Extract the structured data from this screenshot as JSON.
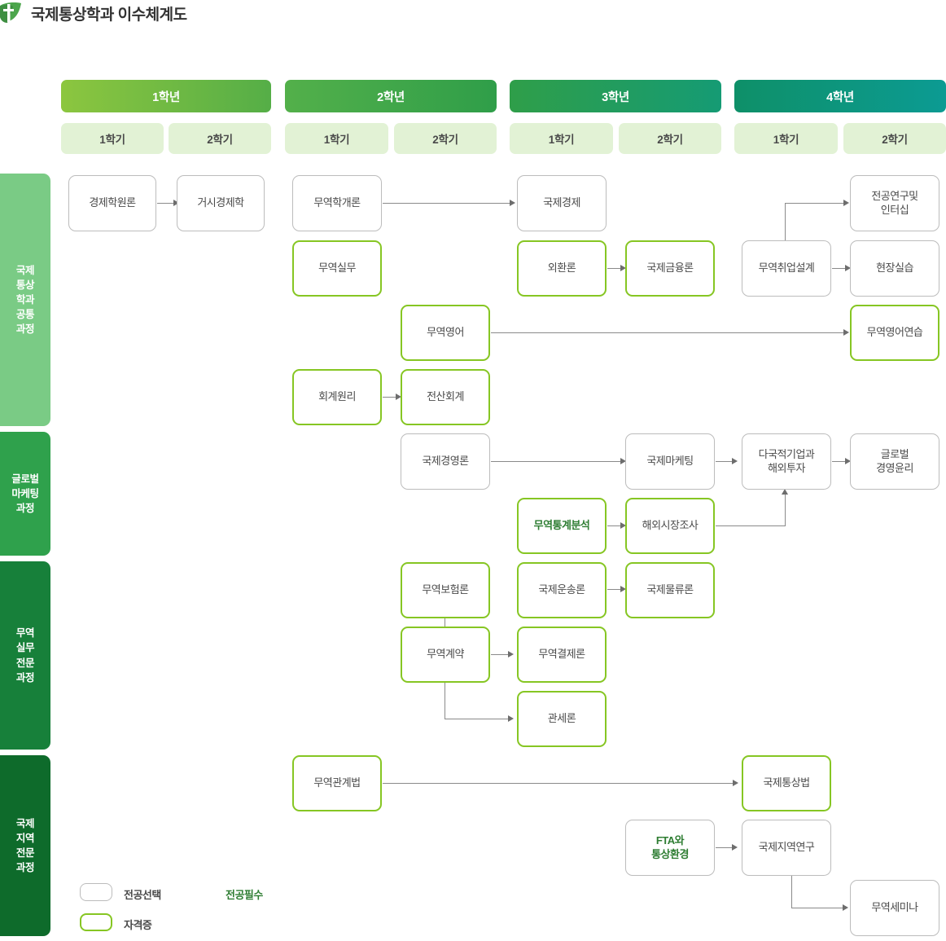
{
  "header": {
    "title": "국제통상학과 이수체계도",
    "logo_icon": "leaf-logo-icon"
  },
  "years": [
    {
      "label": "1학년",
      "color_from": "#8CC63F",
      "color_to": "#55AE47",
      "semesters": [
        "1학기",
        "2학기"
      ]
    },
    {
      "label": "2학년",
      "color_from": "#53B04A",
      "color_to": "#2F9E49",
      "semesters": [
        "1학기",
        "2학기"
      ]
    },
    {
      "label": "3학년",
      "color_from": "#2F9E49",
      "color_to": "#159B74",
      "semesters": [
        "1학기",
        "2학기"
      ]
    },
    {
      "label": "4학년",
      "color_from": "#0E9068",
      "color_to": "#0C9B93",
      "semesters": [
        "1학기",
        "2학기"
      ]
    }
  ],
  "tracks": [
    {
      "label": "국제\n통상\n학과\n공통\n과정",
      "color": "#7ACB85"
    },
    {
      "label": "글로벌\n마케팅\n과정",
      "color": "#2FA14C"
    },
    {
      "label": "무역\n실무\n전문\n과정",
      "color": "#17803A"
    },
    {
      "label": "국제\n지역\n전문\n과정",
      "color": "#0E6B2B"
    }
  ],
  "courses": [
    {
      "id": "c01",
      "label": "경제학원론",
      "type": "select"
    },
    {
      "id": "c02",
      "label": "거시경제학",
      "type": "select"
    },
    {
      "id": "c03",
      "label": "무역학개론",
      "type": "select"
    },
    {
      "id": "c04",
      "label": "무역실무",
      "type": "cert"
    },
    {
      "id": "c05",
      "label": "국제경제",
      "type": "select"
    },
    {
      "id": "c06",
      "label": "외환론",
      "type": "cert"
    },
    {
      "id": "c07",
      "label": "국제금융론",
      "type": "cert"
    },
    {
      "id": "c08",
      "label": "전공연구및\n인터십",
      "type": "select"
    },
    {
      "id": "c09",
      "label": "현장실습",
      "type": "select"
    },
    {
      "id": "c10",
      "label": "무역취업설계",
      "type": "select"
    },
    {
      "id": "c11",
      "label": "무역영어",
      "type": "cert"
    },
    {
      "id": "c12",
      "label": "무역영어연습",
      "type": "cert"
    },
    {
      "id": "c13",
      "label": "회계원리",
      "type": "cert"
    },
    {
      "id": "c14",
      "label": "전산회계",
      "type": "cert"
    },
    {
      "id": "c15",
      "label": "국제경영론",
      "type": "select"
    },
    {
      "id": "c16",
      "label": "국제마케팅",
      "type": "select"
    },
    {
      "id": "c17",
      "label": "다국적기업과\n해외투자",
      "type": "select"
    },
    {
      "id": "c18",
      "label": "글로벌\n경영윤리",
      "type": "select"
    },
    {
      "id": "c19",
      "label": "무역통계분석",
      "type": "cert-required"
    },
    {
      "id": "c20",
      "label": "해외시장조사",
      "type": "cert"
    },
    {
      "id": "c21",
      "label": "무역보험론",
      "type": "cert"
    },
    {
      "id": "c22",
      "label": "국제운송론",
      "type": "cert"
    },
    {
      "id": "c23",
      "label": "국제물류론",
      "type": "cert"
    },
    {
      "id": "c24",
      "label": "무역계약",
      "type": "cert"
    },
    {
      "id": "c25",
      "label": "무역결제론",
      "type": "cert"
    },
    {
      "id": "c26",
      "label": "관세론",
      "type": "cert"
    },
    {
      "id": "c27",
      "label": "무역관계법",
      "type": "cert"
    },
    {
      "id": "c28",
      "label": "국제통상법",
      "type": "cert"
    },
    {
      "id": "c29",
      "label": "FTA와\n통상환경",
      "type": "select-required"
    },
    {
      "id": "c30",
      "label": "국제지역연구",
      "type": "select"
    },
    {
      "id": "c31",
      "label": "무역세미나",
      "type": "select"
    }
  ],
  "legend": {
    "select_label": "전공선택",
    "cert_label": "자격증",
    "required_label": "전공필수"
  },
  "colors": {
    "cert_border": "#86C623",
    "select_border": "#BCBCBC",
    "required_text": "#2E7D32",
    "connector": "#8A8A8A"
  }
}
